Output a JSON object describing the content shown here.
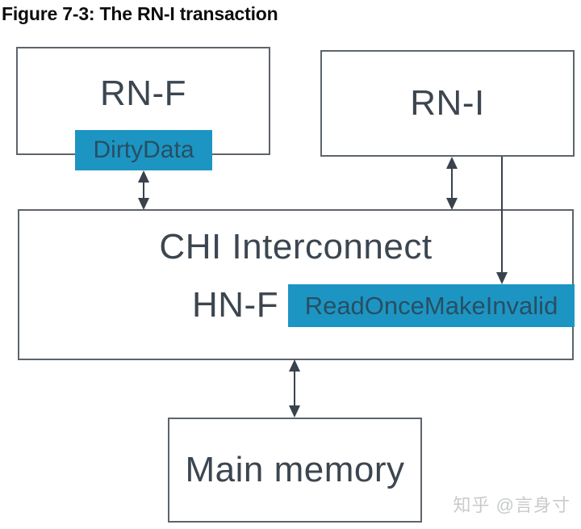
{
  "figure": {
    "title": "Figure 7-3: The RN-I transaction"
  },
  "diagram": {
    "nodes": {
      "rnf": {
        "label": "RN-F"
      },
      "rni": {
        "label": "RN-I"
      },
      "chi": {
        "label": "CHI Interconnect",
        "sub_label": "HN-F"
      },
      "main_memory": {
        "label": "Main memory"
      }
    },
    "messages": {
      "dirty_data": {
        "label": "DirtyData"
      },
      "read_once_make_invalid": {
        "label": "ReadOnceMakeInvalid"
      }
    },
    "connectors": [
      {
        "from": "DirtyData label (RN-F)",
        "to": "CHI Interconnect",
        "style": "bidirectional-arrow"
      },
      {
        "from": "RN-I",
        "to": "CHI Interconnect",
        "style": "bidirectional-arrow"
      },
      {
        "from": "RN-I",
        "to": "ReadOnceMakeInvalid label (HN-F)",
        "style": "single-arrow-down"
      },
      {
        "from": "CHI Interconnect",
        "to": "Main memory",
        "style": "bidirectional-arrow"
      }
    ],
    "colors": {
      "message_background": "#1d95c3",
      "message_text": "#274f63",
      "node_border": "#5d646b",
      "node_text": "#3c4650",
      "arrow": "#3a424c",
      "title_text": "#0d0d0d",
      "watermark_text": "#c8cacc"
    }
  },
  "watermark": {
    "text": "知乎 @言身寸"
  }
}
